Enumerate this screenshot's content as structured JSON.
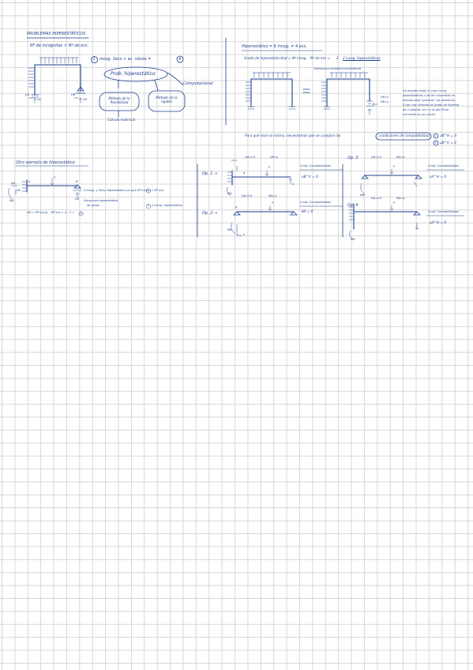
{
  "colors": {
    "ink": "#1d3f8f",
    "grid": "#d7d7d7",
    "paper": "#ffffff"
  },
  "s1": {
    "title": "PROBLEMAS HIPERESTÁTICOS",
    "rule": "Nº de incógnitas > Nº de ecs.",
    "circle1": "1",
    "incog": "incog. 3ecs + ec. rótula =",
    "circle2": "4",
    "node_main": "Prob. hiperestático",
    "computational": "Computacional",
    "node_flex": "Método de la flexibilidad",
    "node_rig": "Método de la rigidez",
    "calc_matrix": "Cálculo matricial",
    "frame_va": "VA",
    "frame_ha": "HA",
    "frame_vb": "VB",
    "frame_hb": "HB"
  },
  "s2": {
    "title": "Hiperestático = 6 incog. ≠ 4 ecs.",
    "grade": "Grado de hiperestaticidad = Nº incog. - Nº de ecs =",
    "grade_val": "2",
    "grade_tail": "2 incog. hiperestáticas",
    "iso_label": "Estructura isostática equivalente",
    "vb_label": "VB=x",
    "hb_label": "HB=y",
    "note_l1": "He elegido estas 2 como incog.",
    "note_l2": "hiperestáticas y las he convertido en",
    "note_l3": "fuerzas para \"generar\" los esfuerzos.",
    "note_l4": "Como hay libertad de grado de libertad",
    "note_l5": "de 2 desplaz. en x y el giro M se",
    "note_l6": "convierte en un carrito.",
    "compat_intro": "Para que sean lo mismo, necesitamos que se cumplan las",
    "compat_box": "condiciones de compatibilidad",
    "compat_n1": "1",
    "compat_eq1": "uB^H = 0",
    "compat_n2": "2",
    "compat_eq2": "uB^V = 0"
  },
  "s3": {
    "title": "Otro ejemplo de hiperestático",
    "a": "A",
    "b": "B",
    "p": "P",
    "ma": "MA",
    "ha": "HA",
    "va": "VA",
    "vb": "VB",
    "inc_l1": "5 incog. y 3ecs. Hiperestático ya que Nº incog. > Nº ecs.",
    "inc_l2": "Estructura hiperestática",
    "inc_l3": "de grado",
    "inc_n": "1",
    "inc_l3b": "1 incog. hiperestática",
    "gh": "GH = Nº incog. - Nº ecs = 4 - 3 =",
    "gh_n": "1"
  },
  "ops": {
    "op1": {
      "label": "Op. 1 →",
      "ha": "HA=I.H",
      "vb": "VB=x",
      "compat": "Cond. Compatibilidad",
      "eq": "uB^V = 0",
      "a": "A",
      "p": "P",
      "x": "x",
      "ma": "MA"
    },
    "op2": {
      "label": "Op. 2 →",
      "ha": "HA=I.H",
      "mb": "MA=x",
      "compat": "Cond. Compatibilidad",
      "eq": "θA = 0",
      "a": "A",
      "p": "P",
      "x": "x",
      "ma": "MA"
    },
    "op3": {
      "label": "Op. 3",
      "ha": "HA=I.H",
      "ma": "MA=x",
      "compat": "Cond. Compatibilidad",
      "eq": "uA^H = 0",
      "p": "P",
      "maa": "MA"
    },
    "op4": {
      "label": "Op. 4",
      "ha": "HA=I.H",
      "ma": "MA=x",
      "compat": "Cond. Compatibilidad",
      "eq": "uA^H = 0",
      "p": "P",
      "maa": "MA"
    }
  }
}
